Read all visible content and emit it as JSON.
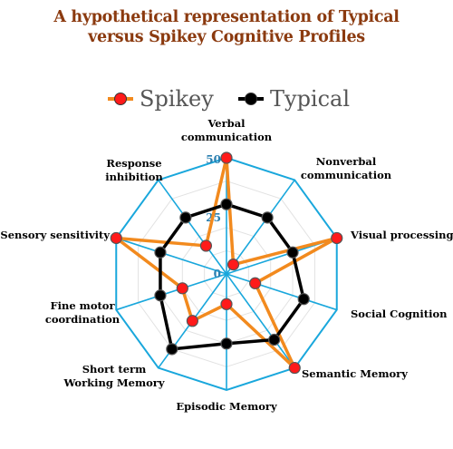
{
  "chart_data": {
    "type": "radar",
    "title_lines": [
      "A hypothetical representation of Typical",
      "versus Spikey Cognitive Profiles"
    ],
    "categories": [
      [
        "Verbal",
        "communication"
      ],
      [
        "Nonverbal",
        "communication"
      ],
      [
        "Visual processing"
      ],
      [
        "Social Cognition"
      ],
      [
        "Semantic Memory"
      ],
      [
        "Episodic Memory"
      ],
      [
        "Short term",
        "Working Memory"
      ],
      [
        "Fine motor",
        "coordination"
      ],
      [
        "Sensory sensitivity"
      ],
      [
        "Response",
        "inhibition"
      ]
    ],
    "radial_ticks": [
      "0",
      "25",
      "50"
    ],
    "r_range": [
      0,
      50
    ],
    "series": [
      {
        "name": "Spikey",
        "values": [
          50,
          5,
          50,
          13,
          50,
          13,
          25,
          20,
          50,
          15
        ],
        "color": "#f28a1e",
        "marker": "#ff1a1a"
      },
      {
        "name": "Typical",
        "values": [
          30,
          30,
          30,
          35,
          35,
          30,
          40,
          30,
          30,
          30
        ],
        "color": "#000000",
        "marker": "#000000"
      }
    ],
    "grid_color": "#19a7dc",
    "grid": true,
    "legend_position": "top-center"
  }
}
